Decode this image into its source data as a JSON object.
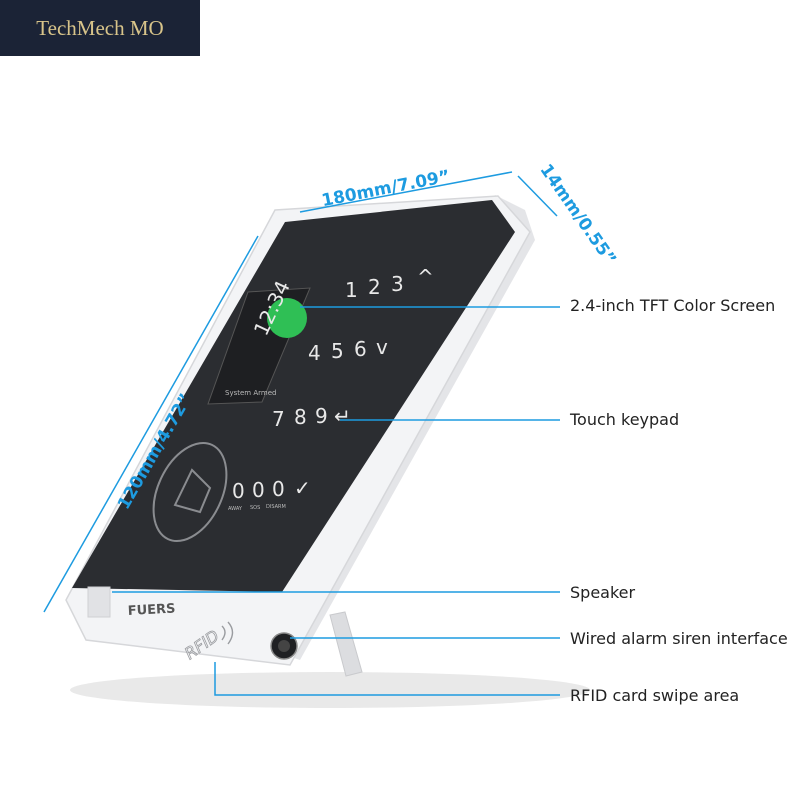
{
  "watermark": "TechMech MO",
  "dimensions": {
    "width": "180mm/7.09”",
    "depth": "14mm/0.55”",
    "height": "120mm/4.72”"
  },
  "callouts": {
    "screen": "2.4-inch TFT Color Screen",
    "keypad": "Touch keypad",
    "speaker": "Speaker",
    "siren": "Wired alarm siren interface",
    "rfid": "RFID card swipe area"
  },
  "device": {
    "brand": "FUERS",
    "rfid_label": "RFID",
    "screen_time": "12:34",
    "screen_status": "System Armed",
    "keys": [
      "1",
      "2",
      "3",
      "^",
      "4",
      "5",
      "6",
      "v",
      "7",
      "8",
      "9",
      "↵",
      "0",
      "0",
      "0",
      "✓"
    ],
    "key_sublabels": [
      "AWAY",
      "SOS",
      "DISARM"
    ]
  },
  "colors": {
    "accent": "#1d9be0",
    "panel": "#2b2d31",
    "frame": "#f1f2f4",
    "screen_green": "#2fbf55"
  }
}
